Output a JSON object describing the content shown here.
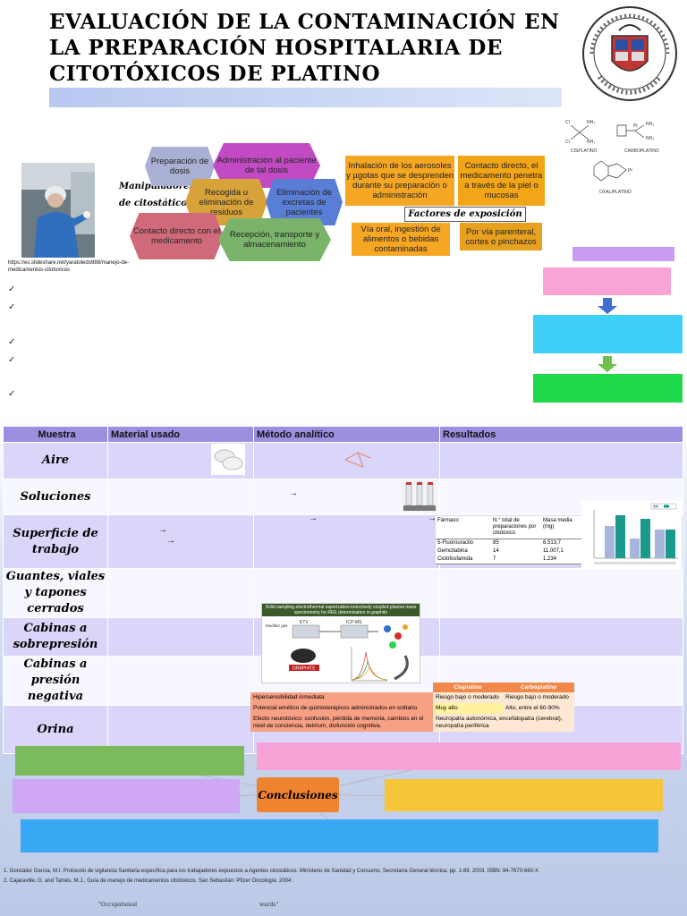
{
  "title": "EVALUACIÓN DE LA CONTAMINACIÓN EN LA PREPARACIÓN HOSPITALARIA DE CITOTÓXICOS DE PLATINO",
  "photo_caption": "https://es.slideshare.net/yaratoledo988/manejo-de-medicamentos-citotoxicos",
  "handlers_label_1": "Manipuladores",
  "handlers_label_2": "de citostáticos",
  "hexagons": [
    "Preparación de dosis",
    "Administración al paciente de tal dosis",
    "Recogida u eliminación de residuos",
    "Eliminación de excretas de pacientes",
    "Contacto directo con el medicamento",
    "Recepción, transporte y almacenamiento"
  ],
  "exposure": {
    "label": "Factores de exposición",
    "items": [
      "Inhalación de los aerosoles y µgotas que se desprenden durante su preparación o administración",
      "Contacto directo, el medicamento penetra a través de la piel o mucosas",
      "Vía oral, ingestión de alimentos o bebidas contaminadas",
      "Por vía parenteral, cortes o pinchazos"
    ]
  },
  "molecules": [
    "CISPLATINO",
    "CARBOPLATINO",
    "OXALIPLATINO"
  ],
  "checks": [
    "✓",
    "✓",
    "✓",
    "✓",
    "✓"
  ],
  "table": {
    "headers": [
      "Muestra",
      "Material usado",
      "Método analítico",
      "Resultados"
    ],
    "rows": [
      "Aire",
      "Soluciones",
      "Superficie de trabajo",
      "Guantes, viales y tapones cerrados",
      "Cabinas a sobrepresión",
      "Cabinas a presión negativa",
      "Orina"
    ],
    "arrow": "→"
  },
  "drug_table": {
    "headers": [
      "Fármaco",
      "N.° total de preparaciones por citotóxico",
      "Masa media (mg)"
    ],
    "rows": [
      [
        "5-Fluorouracilo",
        "85",
        "6.513,7"
      ],
      [
        "Gemcitabina",
        "14",
        "11.007,1"
      ],
      [
        "Ciclofosfamida",
        "7",
        "1.234"
      ]
    ]
  },
  "sampling_figure_title": "Solid sampling electrothermal vaporization-inductively coupled plasma mass spectrometry for REE determination in graphite",
  "sampling_figure_labels": [
    "Modifier gas",
    "ETV",
    "ICP-MS",
    "GRAPHITE"
  ],
  "adverse": {
    "headers": [
      "",
      "Cisplatino",
      "Carboplatino"
    ],
    "rows": [
      [
        "Hipersensibilidad inmediata",
        "Riesgo bajo o moderado",
        "Riesgo bajo o moderado"
      ],
      [
        "Potencial emético de quimioterápicos administrados en solitario",
        "Muy alto",
        "Alto, entre el 60-90%"
      ],
      [
        "Efecto neurotóxico: confusión, pérdida de memoria, cambios en el nivel de conciencia, delirium, disfunción cognitiva.",
        "Neuropatía autonómica, encefalopatía (cerebral), neuropatía periférica",
        ""
      ]
    ]
  },
  "conclusions_label": "Conclusiones",
  "references": [
    "1. González García, M.I. Protocolo de vigilancia Sanitaria específica para los trabajadores expuestos a Agentes citostáticos. Ministerio de Sanidad y Consumo, Secretaría General técnica, pp. 1-89. 2003. ISBN: 84-7670-660-X",
    "2. Cajaraville, G. and Tamés, M.J., Guía de manejo de medicamentos citotóxicos. San Sebastián: Pfizer Oncología. 2004 ."
  ],
  "footer_left": "\"Occupational",
  "footer_right": "wards\"",
  "colors": {
    "hex_blue_grey": "#a9b0d4",
    "hex_magenta": "#c24bc4",
    "hex_orange": "#d7a23a",
    "hex_blue": "#5a7ed6",
    "hex_rose": "#d06a7a",
    "hex_green": "#7ab36a",
    "flow_lavender": "#c79cf2",
    "flow_pink": "#f9a3d6",
    "flow_cyan": "#3fd0f7",
    "flow_green": "#1fd94b",
    "concl_orange": "#f08330"
  }
}
